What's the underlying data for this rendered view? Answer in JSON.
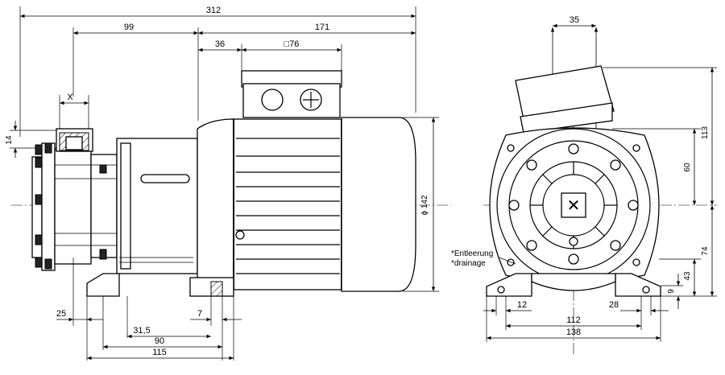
{
  "drawing": {
    "side_view": {
      "dims": {
        "overall_length": "312",
        "pump_length": "99",
        "motor_length": "171",
        "terminal_offset": "36",
        "terminal_box": "□76",
        "port_width": "X",
        "port_height": "14",
        "foot_left_offset": "25",
        "foot_hole_dia": "31,5",
        "foot_spacing": "90",
        "foot_overall": "115",
        "foot_slot": "7",
        "motor_diameter": "ϕ 142"
      }
    },
    "front_view": {
      "dims": {
        "discharge_offset": "35",
        "height_to_top": "113",
        "port_height": "60",
        "shaft_height": "74",
        "foot_height": "43",
        "base_thickness": "9",
        "foot_slot": "12",
        "foot_inner": "28",
        "foot_spacing": "112",
        "foot_overall": "138"
      },
      "drain_label_de": "*Entleerung",
      "drain_label_en": "*drainage"
    }
  }
}
